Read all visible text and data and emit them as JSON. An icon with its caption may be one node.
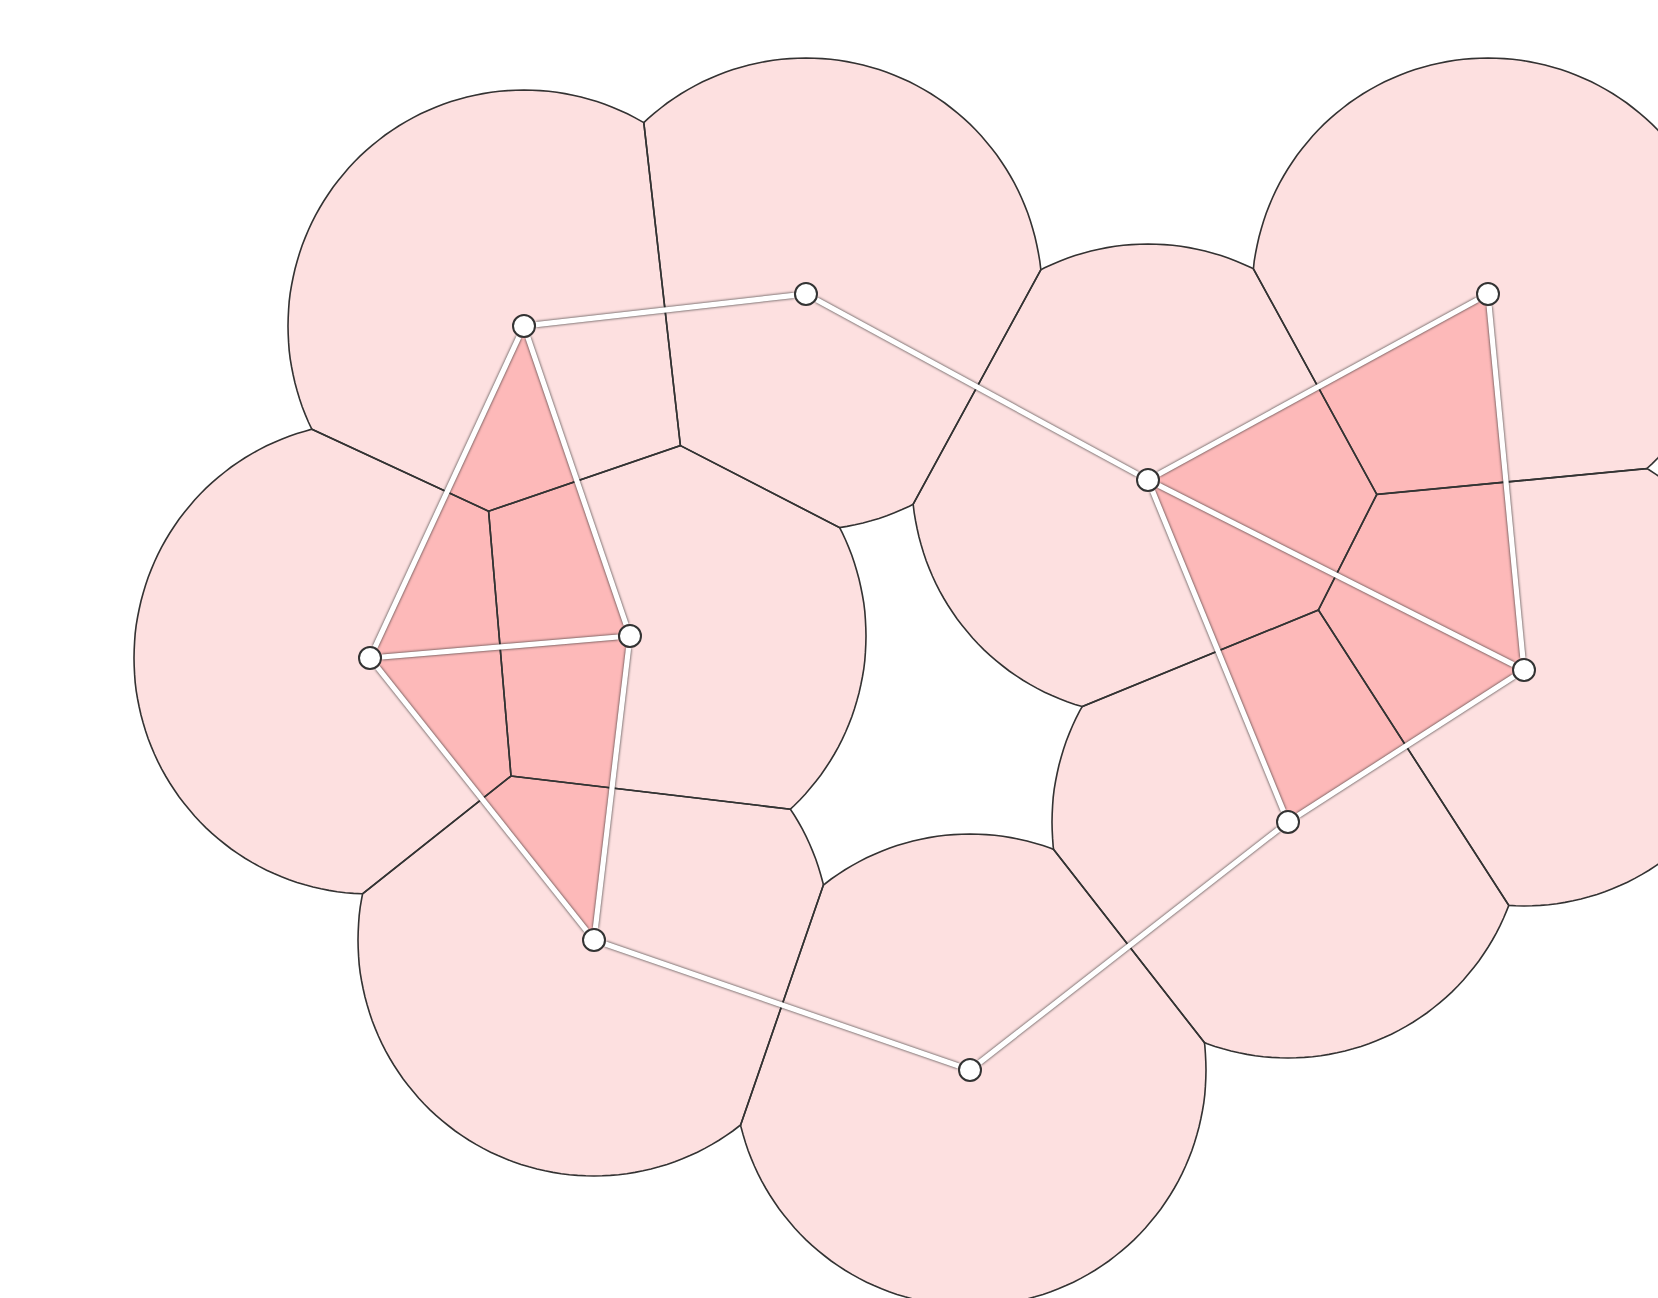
{
  "diagram": {
    "nodes": [
      {
        "text": [],
        "shape": "circle"
      },
      {
        "text": [],
        "shape": "circle"
      },
      {
        "text": [],
        "shape": "circle"
      },
      {
        "text": [],
        "shape": "circle"
      },
      {
        "text": [],
        "shape": "circle"
      },
      {
        "text": [],
        "shape": "circle"
      },
      {
        "text": [],
        "shape": "circle"
      },
      {
        "text": [],
        "shape": "circle"
      },
      {
        "text": [],
        "shape": "circle"
      },
      {
        "text": [],
        "shape": "circle"
      }
    ],
    "edges": [
      {
        "from": 0,
        "to": 1,
        "arrow": "none"
      },
      {
        "from": 1,
        "to": 6,
        "arrow": "none"
      },
      {
        "from": 0,
        "to": 2,
        "arrow": "none"
      },
      {
        "from": 0,
        "to": 3,
        "arrow": "none"
      },
      {
        "from": 2,
        "to": 3,
        "arrow": "none"
      },
      {
        "from": 2,
        "to": 4,
        "arrow": "none"
      },
      {
        "from": 3,
        "to": 4,
        "arrow": "none"
      },
      {
        "from": 4,
        "to": 5,
        "arrow": "none"
      },
      {
        "from": 5,
        "to": 9,
        "arrow": "none"
      },
      {
        "from": 6,
        "to": 9,
        "arrow": "none"
      },
      {
        "from": 6,
        "to": 7,
        "arrow": "none"
      },
      {
        "from": 7,
        "to": 8,
        "arrow": "none"
      },
      {
        "from": 6,
        "to": 8,
        "arrow": "none"
      },
      {
        "from": 8,
        "to": 9,
        "arrow": "none"
      }
    ]
  }
}
